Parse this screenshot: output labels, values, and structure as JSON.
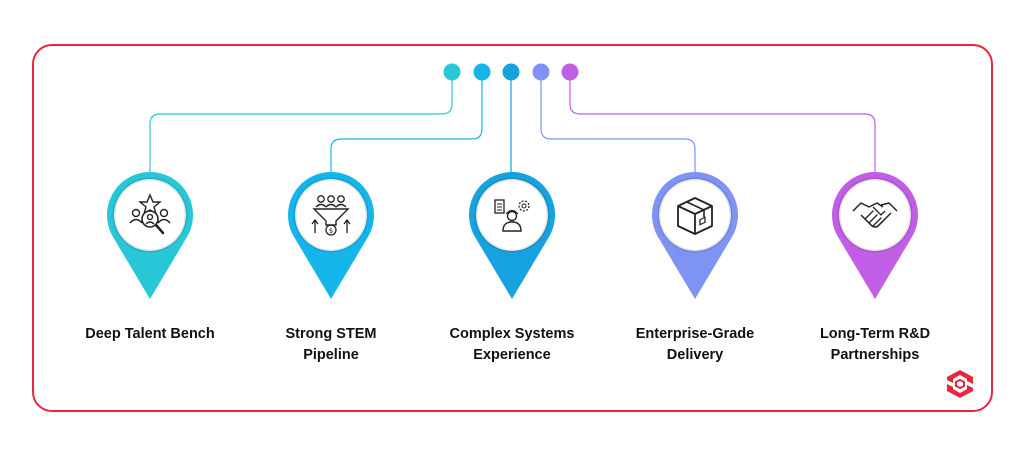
{
  "items": [
    {
      "label": "Deep Talent Bench",
      "color": "#27c7d7",
      "icon": "talent-search-icon"
    },
    {
      "label": "Strong STEM\nPipeline",
      "color": "#14b6ea",
      "icon": "talent-funnel-icon"
    },
    {
      "label": "Complex Systems\nExperience",
      "color": "#16a2df",
      "icon": "systems-engineer-icon"
    },
    {
      "label": "Enterprise-Grade\nDelivery",
      "color": "#7f93f5",
      "icon": "package-box-icon"
    },
    {
      "label": "Long-Term R&D\nPartnerships",
      "color": "#c15ee6",
      "icon": "handshake-icon"
    }
  ],
  "border_color": "#e8283a",
  "logo": "brand-logo-icon"
}
